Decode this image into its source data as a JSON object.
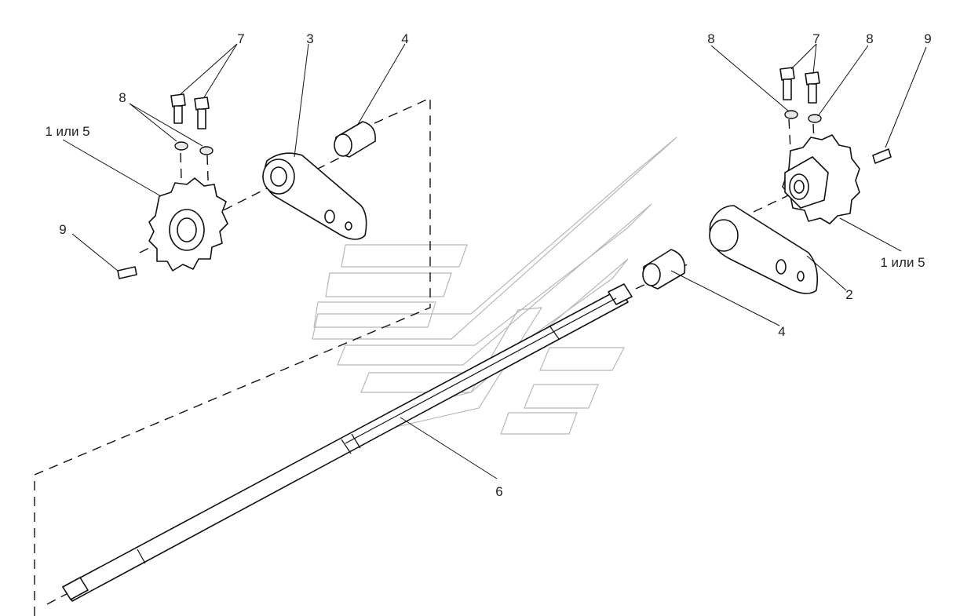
{
  "callouts": {
    "p1_left": "1 или 5",
    "p1_right": "1 или 5",
    "p2": "2",
    "p3": "3",
    "p4_top": "4",
    "p4_bottom": "4",
    "p6": "6",
    "p7_left": "7",
    "p7_right": "7",
    "p8_left": "8",
    "p8_right_a": "8",
    "p8_right_b": "8",
    "p9_left": "9",
    "p9_right": "9"
  }
}
